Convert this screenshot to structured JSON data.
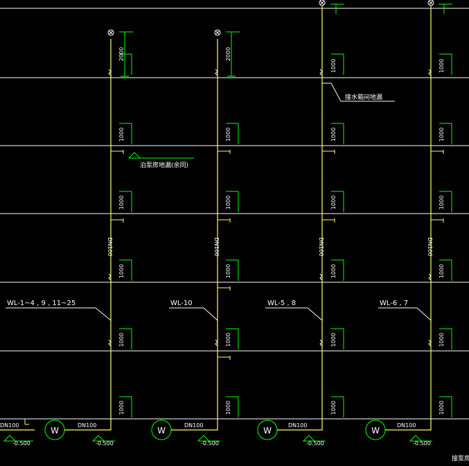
{
  "colors": {
    "background": "#000000",
    "floor_line": "#ffffff",
    "pipe": "#ffff66",
    "fitting": "#00ff00",
    "text": "#ffffff"
  },
  "annotations": {
    "tank_overflow": "接水箱间地漏",
    "room_floor_drain": "泊泵房地漏(余同)",
    "corner_room": "接泵房"
  },
  "risers": [
    {
      "label": "WL-1~4 , 9 , 11~25",
      "pipe_size": "DN100",
      "dim_top": "2000"
    },
    {
      "label": "WL-10",
      "pipe_size": "DN100",
      "dim_top": "2000"
    },
    {
      "label": "WL-5 , 8",
      "pipe_size": "DN100",
      "dim_top": "1000"
    },
    {
      "label": "WL-6 , 7",
      "pipe_size": "DN100",
      "dim_top": "1000"
    }
  ],
  "riser_dim": "1000",
  "bottom": {
    "well_symbol": "W",
    "pipe_size": "DN100",
    "elevation": "-0.500",
    "left_pipe": "DN100"
  }
}
